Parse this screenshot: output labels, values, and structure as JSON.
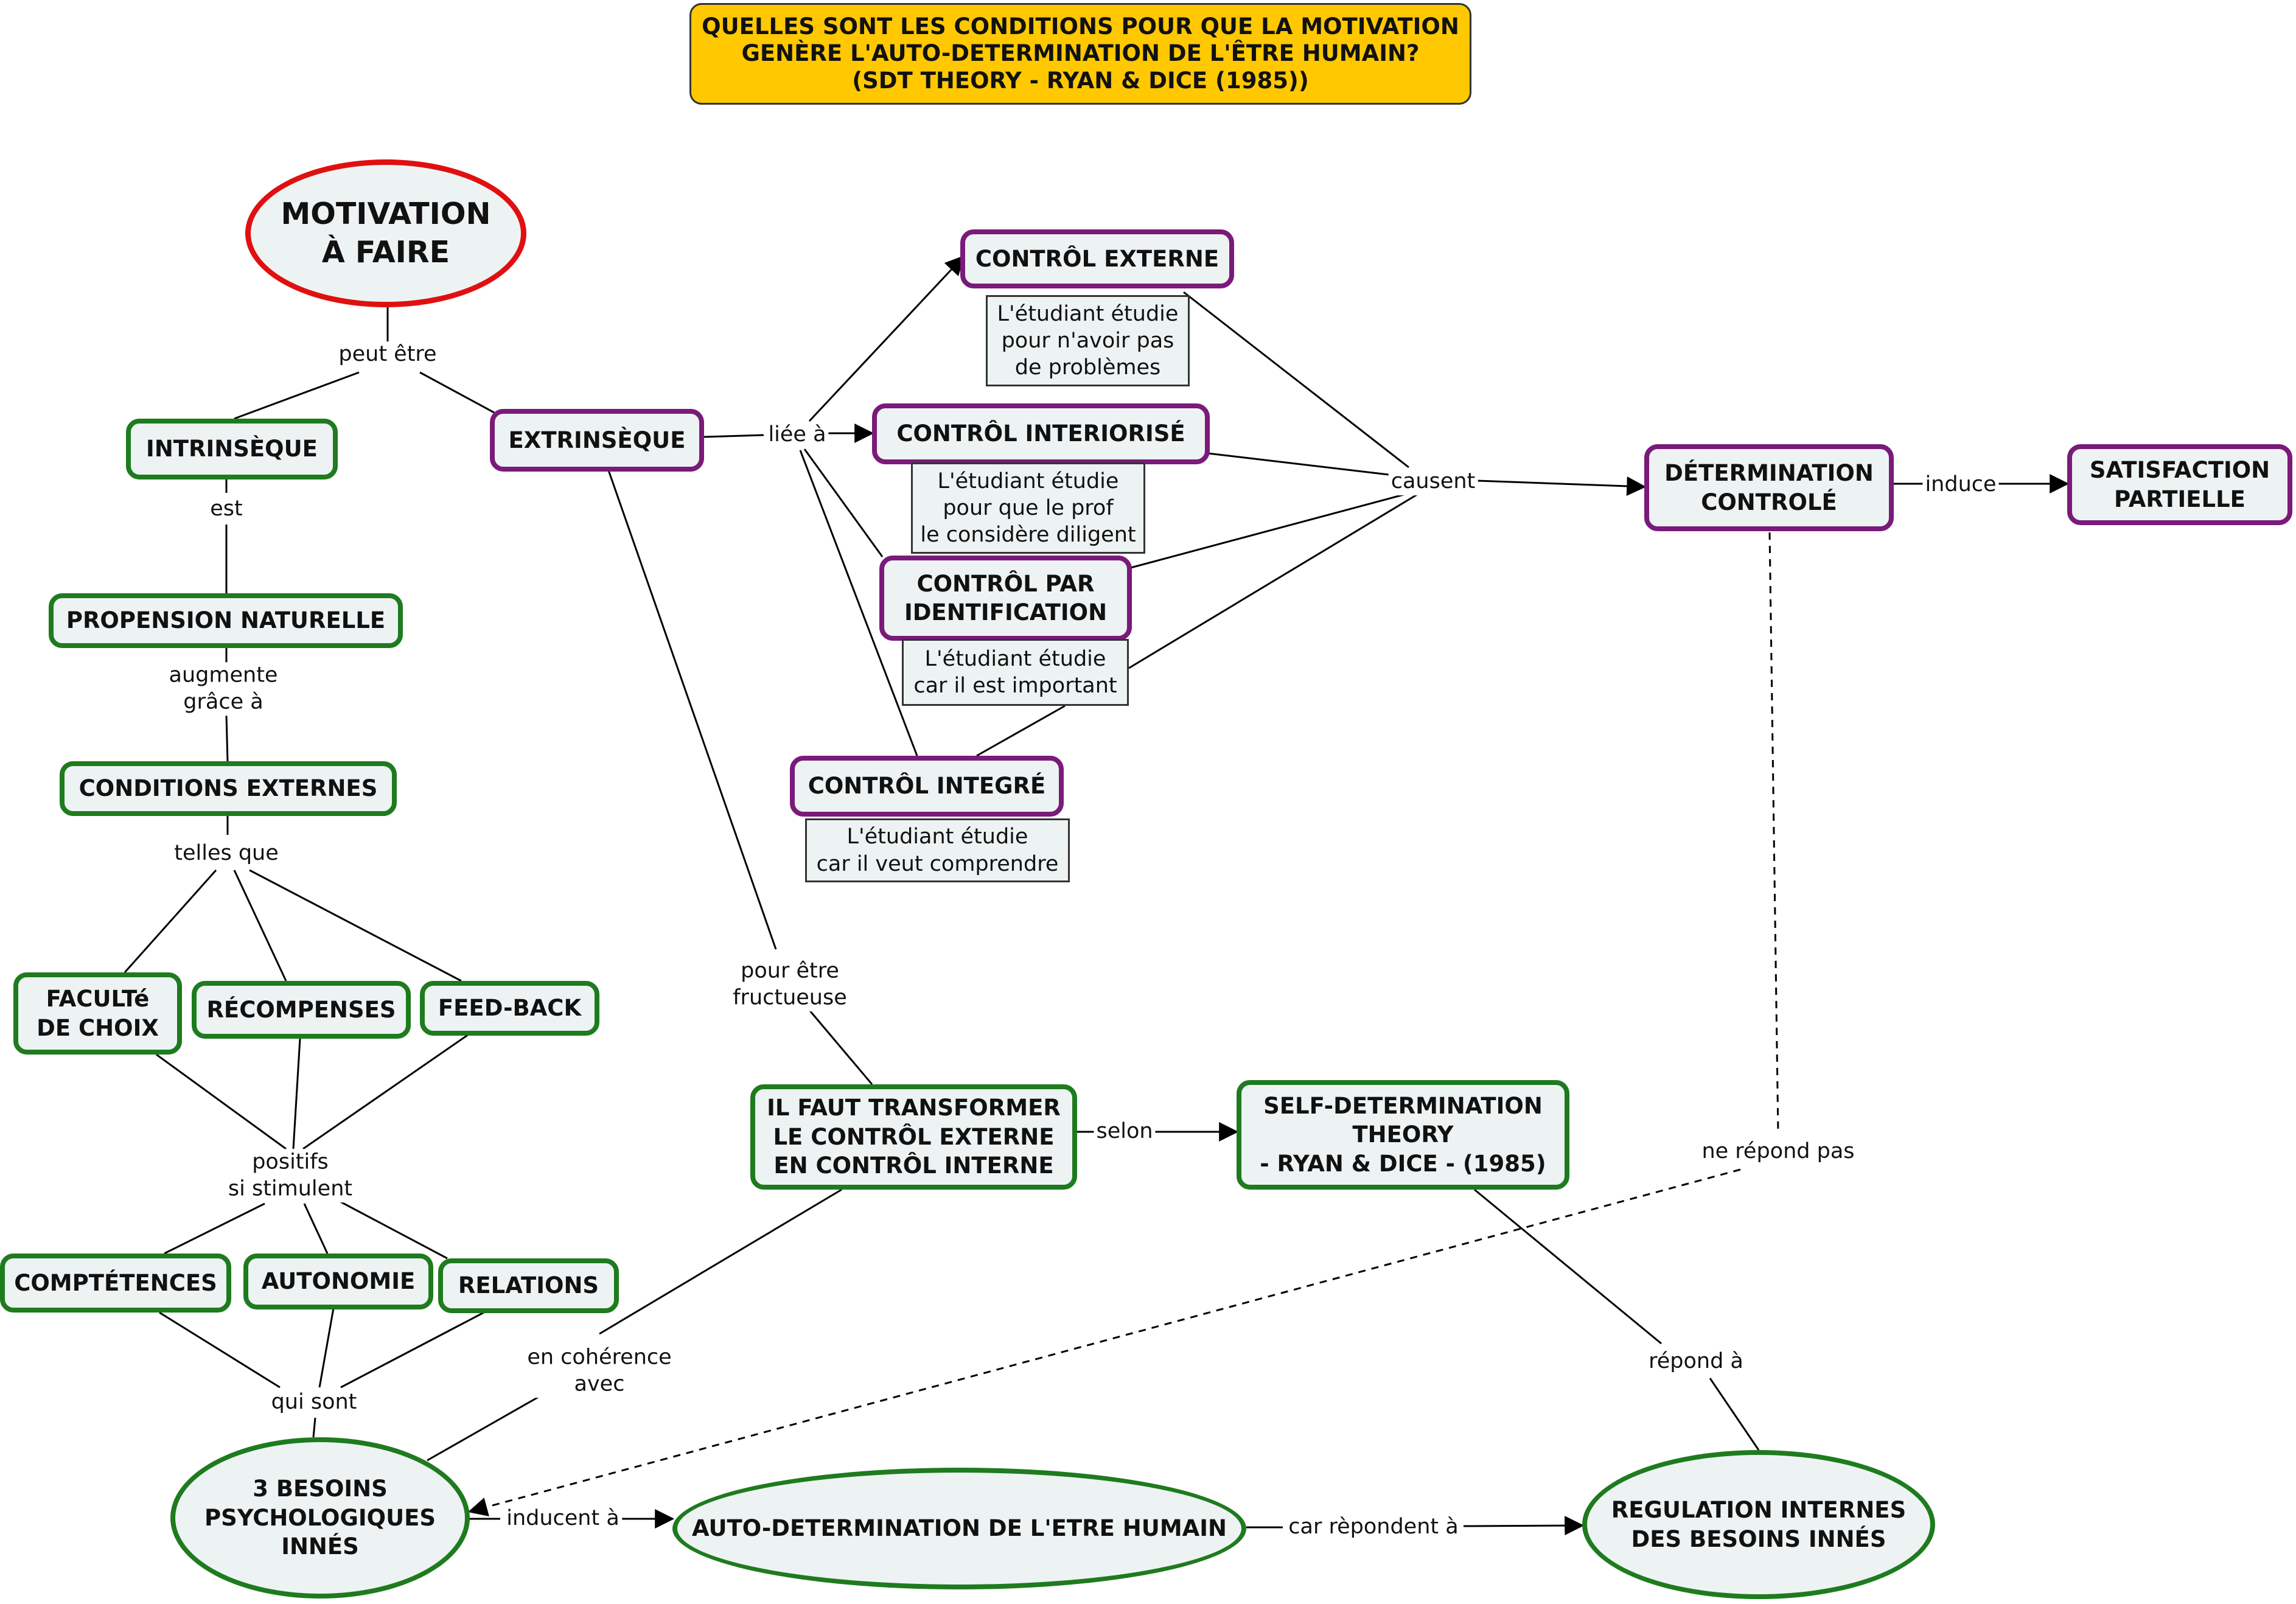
{
  "title": "QUELLES SONT LES CONDITIONS POUR QUE LA MOTIVATION\nGENÈRE L'AUTO-DETERMINATION DE L'ÊTRE HUMAIN?\n(SDT THEORY - RYAN & DICE (1985))",
  "colors": {
    "title_fill": "#ffc800",
    "node_fill": "#edf3f3",
    "green_border": "#1e7b1e",
    "purple_border": "#7a1a7a",
    "red_border": "#e01010"
  },
  "nodes": {
    "motivation": "MOTIVATION\nÀ FAIRE",
    "intrinseque": "INTRINSÈQUE",
    "extrinseque": "EXTRINSÈQUE",
    "propension": "PROPENSION NATURELLE",
    "conditions": "CONDITIONS EXTERNES",
    "faculte": "FACULTé\nDE CHOIX",
    "recompenses": "RÉCOMPENSES",
    "feedback": "FEED-BACK",
    "competences": "COMPTÉTENCES",
    "autonomie": "AUTONOMIE",
    "relations": "RELATIONS",
    "besoins": "3 BESOINS\nPSYCHOLOGIQUES\nINNÉS",
    "autodet": "AUTO-DETERMINATION DE L'ETRE HUMAIN",
    "regulation": "REGULATION INTERNES\nDES BESOINS INNÉS",
    "transformer": "IL FAUT TRANSFORMER\nLE CONTRÔL EXTERNE\nEN CONTRÔL INTERNE",
    "sdt": "SELF-DETERMINATION\nTHEORY\n- RYAN & DICE - (1985)",
    "ctrl_externe": "CONTRÔL EXTERNE",
    "ctrl_interiorise": "CONTRÔL INTERIORISÉ",
    "ctrl_identification": "CONTRÔL PAR\nIDENTIFICATION",
    "ctrl_integre": "CONTRÔL INTEGRÉ",
    "determination": "DÉTERMINATION\nCONTROLÉ",
    "satisfaction": "SATISFACTION\nPARTIELLE"
  },
  "notes": {
    "externe": "L'étudiant étudie\npour n'avoir pas\nde problèmes",
    "interiorise": "L'étudiant étudie\npour que le prof\nle considère diligent",
    "identification": "L'étudiant étudie\ncar il est important",
    "integre": "L'étudiant étudie\ncar il veut comprendre"
  },
  "links": {
    "peut_etre": "peut être",
    "est": "est",
    "augmente": "augmente\ngrâce à",
    "telles_que": "telles que",
    "positifs": "positifs\nsi stimulent",
    "qui_sont": "qui sont",
    "liee_a": "liée à",
    "causent": "causent",
    "induce": "induce",
    "pour_etre": "pour être\nfructueuse",
    "selon": "selon",
    "en_coherence": "en cohérence\navec",
    "ne_repond_pas": "ne répond pas",
    "repond_a": "répond à",
    "inducent_a": "inducent à",
    "car_repondent": "car rèpondent à"
  }
}
